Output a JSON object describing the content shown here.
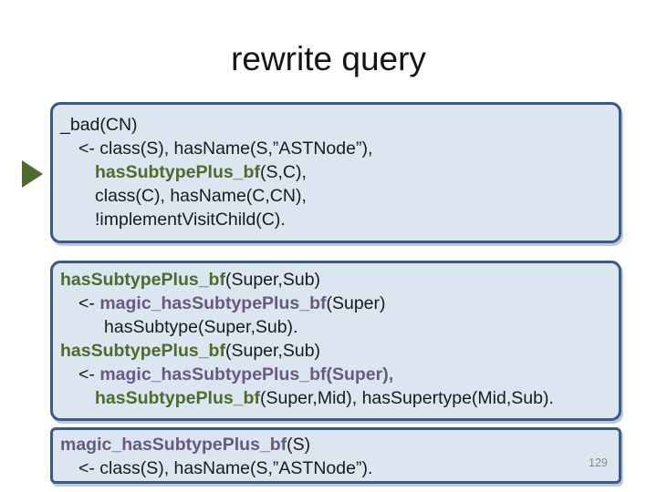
{
  "slide": {
    "title": "rewrite query",
    "page_number": "129"
  },
  "colors": {
    "box_fill": "#dce6f1",
    "box_border": "#3a5a86",
    "predicate_green": "#4e6b2a",
    "magic_purple": "#69597e",
    "arrow_green": "#4e6b2f",
    "body_text": "#1a1a1a",
    "page_number_gray": "#8a8a8a"
  },
  "icons": {
    "bullet_arrow": "right-pointing-triangle"
  },
  "boxes": [
    {
      "name": "query-box",
      "lines": [
        {
          "segments": [
            {
              "style": "plain",
              "text": "_bad(CN)"
            }
          ]
        },
        {
          "segments": [
            {
              "style": "plain",
              "text": "<- class(S), hasName(S,”ASTNode”),"
            }
          ]
        },
        {
          "segments": [
            {
              "style": "green",
              "text": "hasSubtypePlus_bf"
            },
            {
              "style": "plain",
              "text": "(S,C),"
            }
          ]
        },
        {
          "segments": [
            {
              "style": "plain",
              "text": "class(C), hasName(C,CN),"
            }
          ]
        },
        {
          "segments": [
            {
              "style": "plain",
              "text": "!implementVisitChild(C)."
            }
          ]
        }
      ]
    },
    {
      "name": "rewritten-rules-box",
      "lines": [
        {
          "segments": [
            {
              "style": "green",
              "text": "hasSubtypePlus_bf"
            },
            {
              "style": "plain",
              "text": "(Super,Sub)"
            }
          ]
        },
        {
          "segments": [
            {
              "style": "plain",
              "text": "<- "
            },
            {
              "style": "purple",
              "text": "magic_hasSubtypePlus_bf"
            },
            {
              "style": "plain",
              "text": "(Super)"
            }
          ]
        },
        {
          "segments": [
            {
              "style": "plain",
              "text": "hasSubtype(Super,Sub)."
            }
          ]
        },
        {
          "segments": [
            {
              "style": "green",
              "text": "hasSubtypePlus_bf"
            },
            {
              "style": "plain",
              "text": "(Super,Sub)"
            }
          ]
        },
        {
          "segments": [
            {
              "style": "plain",
              "text": "<- "
            },
            {
              "style": "purple",
              "text": "magic_hasSubtypePlus_bf(Super),"
            }
          ]
        },
        {
          "segments": [
            {
              "style": "green",
              "text": "hasSubtypePlus_bf"
            },
            {
              "style": "plain",
              "text": "(Super,Mid), hasSupertype(Mid,Sub)."
            }
          ]
        }
      ]
    },
    {
      "name": "magic-seed-box",
      "lines": [
        {
          "segments": [
            {
              "style": "purple",
              "text": "magic_hasSubtypePlus_bf"
            },
            {
              "style": "plain",
              "text": "(S)"
            }
          ]
        },
        {
          "segments": [
            {
              "style": "plain",
              "text": "<- class(S), hasName(S,”ASTNode”)."
            }
          ]
        }
      ]
    }
  ]
}
